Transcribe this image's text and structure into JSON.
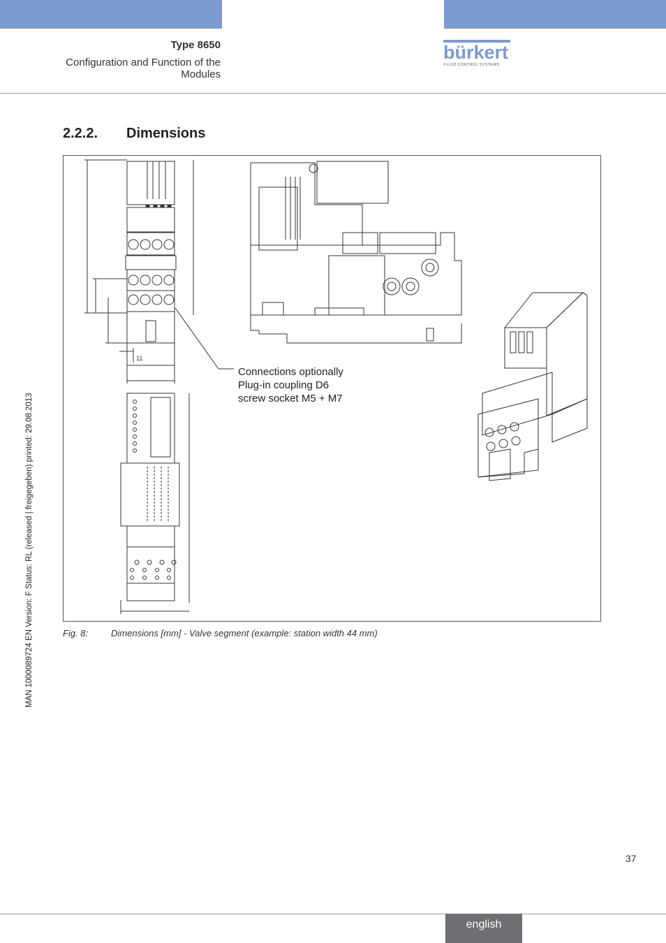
{
  "header": {
    "type_label": "Type 8650",
    "subtitle_line1": "Configuration and Function of the",
    "subtitle_line2": "Modules",
    "logo_text": "bürkert",
    "logo_tagline": "FLUID CONTROL SYSTEMS",
    "accent_color": "#7b9bd1"
  },
  "section": {
    "number": "2.2.2.",
    "title": "Dimensions"
  },
  "figure": {
    "callout_line1": "Connections optionally",
    "callout_line2": "Plug-in coupling D6",
    "callout_line3": "screw socket M5 + M7",
    "dimension_label": "11",
    "label": "Fig. 8:",
    "caption": "Dimensions [mm] - Valve segment (example: station width 44 mm)"
  },
  "sidebar": {
    "document_info": "MAN  1000089724  EN  Version: F  Status: RL (released | freigegeben)  printed: 29.08.2013"
  },
  "footer": {
    "page_number": "37",
    "language": "english",
    "tab_color": "#6e6f72"
  }
}
